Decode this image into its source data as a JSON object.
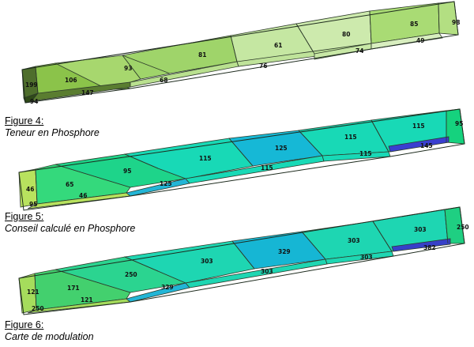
{
  "colors": {
    "v199": "#4e6e2c",
    "v106": "#8bc34a",
    "v93": "#a7d76e",
    "v81": "#9fd46a",
    "v61": "#c5e7a2",
    "v80": "#cdeaad",
    "v85": "#a9db74",
    "v98": "#b3df82",
    "v76": "#bfe39a",
    "v68": "#b9e08f",
    "v74": "#c8e8a6",
    "v49": "#d8eebf",
    "v147": "#5a7d30",
    "v94": "#2f4a18",
    "p46": "#b8e25e",
    "p65": "#34d97c",
    "p95": "#1ed48a",
    "p115": "#18d9b6",
    "p125": "#16b8d6",
    "p145": "#3a3fd0",
    "p125b": "#22b5d6",
    "p95b": "#15d27e",
    "m121": "#a5dc5c",
    "m171": "#43d06e",
    "m250": "#2bd490",
    "m303": "#1ed6b2",
    "m329": "#16b6d4",
    "m382": "#3740c8",
    "m329b": "#22b5d6",
    "m250b": "#1fcf82",
    "edge_dark": "#2a3f18"
  },
  "diagrams": [
    {
      "caption_title": "Figure 4:",
      "caption_sub": "Teneur en Phosphore",
      "zones": [
        {
          "label": "199",
          "color": "v199"
        },
        {
          "label": "106",
          "color": "v106"
        },
        {
          "label": "93",
          "color": "v93"
        },
        {
          "label": "81",
          "color": "v81"
        },
        {
          "label": "61",
          "color": "v61"
        },
        {
          "label": "80",
          "color": "v80"
        },
        {
          "label": "85",
          "color": "v85"
        },
        {
          "label": "98",
          "color": "v98"
        }
      ],
      "side_labels": [
        "94",
        "147",
        "68",
        "76",
        "74",
        "49"
      ]
    },
    {
      "caption_title": "Figure 5:",
      "caption_sub": "Conseil calculé en Phosphore",
      "zones": [
        {
          "label": "46",
          "color": "p46"
        },
        {
          "label": "65",
          "color": "p65"
        },
        {
          "label": "95",
          "color": "p95"
        },
        {
          "label": "115",
          "color": "p115"
        },
        {
          "label": "125",
          "color": "p125"
        },
        {
          "label": "115",
          "color": "p115"
        },
        {
          "label": "115",
          "color": "p115"
        },
        {
          "label": "95",
          "color": "p95b"
        }
      ],
      "side_labels": [
        "95",
        "46",
        "125",
        "115",
        "115",
        "145"
      ]
    },
    {
      "caption_title": "Figure 6:",
      "caption_sub": "Carte de modulation",
      "zones": [
        {
          "label": "121",
          "color": "m121"
        },
        {
          "label": "171",
          "color": "m171"
        },
        {
          "label": "250",
          "color": "m250"
        },
        {
          "label": "303",
          "color": "m303"
        },
        {
          "label": "329",
          "color": "m329"
        },
        {
          "label": "303",
          "color": "m303"
        },
        {
          "label": "303",
          "color": "m303"
        },
        {
          "label": "250",
          "color": "m250b"
        }
      ],
      "side_labels": [
        "250",
        "121",
        "329",
        "303",
        "303",
        "382"
      ]
    }
  ]
}
